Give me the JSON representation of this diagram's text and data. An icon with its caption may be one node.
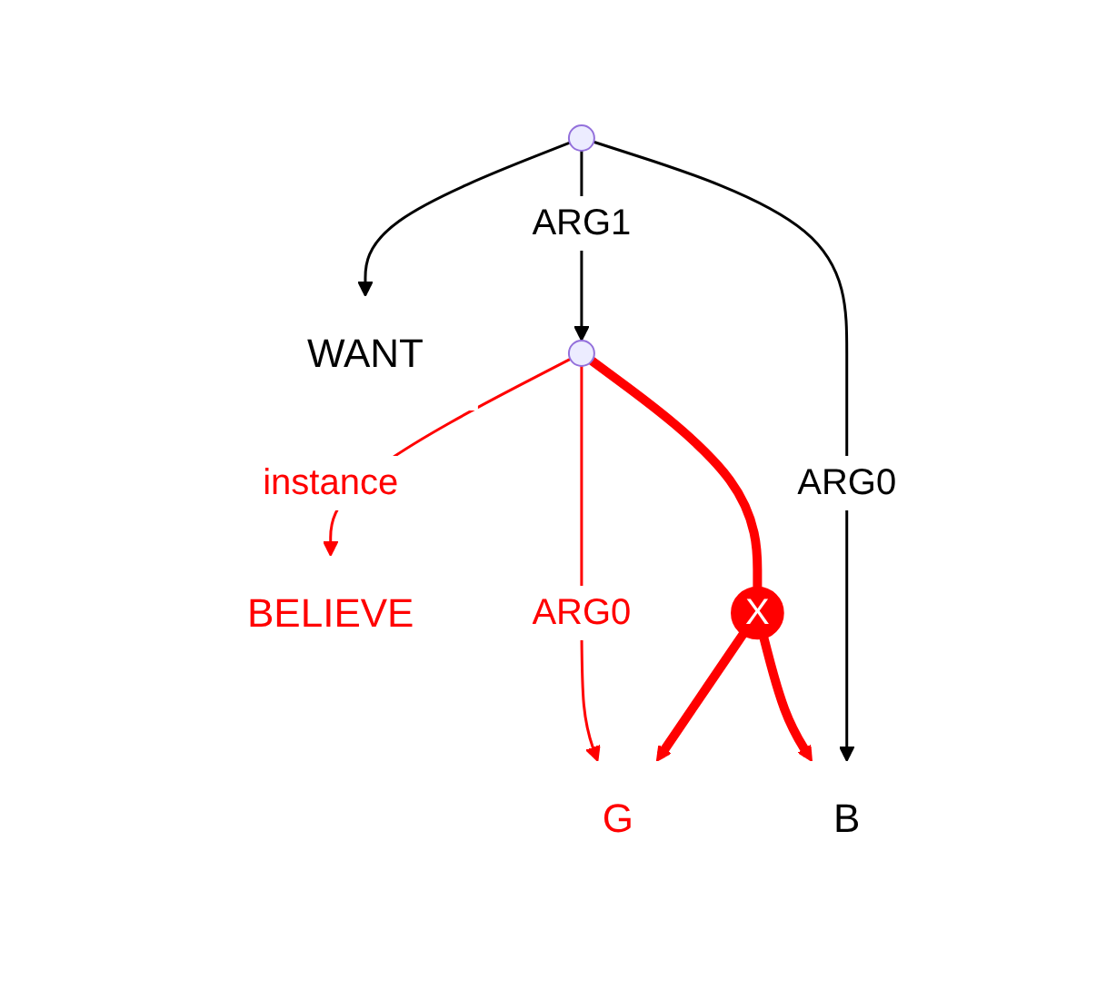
{
  "diagram": {
    "nodes": [
      {
        "text": [],
        "shape": "point"
      },
      {
        "text": [
          "WANT"
        ]
      },
      {
        "text": [
          "B"
        ]
      },
      {
        "text": [],
        "shape": "point"
      },
      {
        "text": [
          "BELIEVE"
        ]
      },
      {
        "text": [
          "G"
        ]
      },
      {
        "text": [
          "X"
        ]
      }
    ],
    "edges": [
      {
        "from": 0,
        "to": 1,
        "arrow": "to",
        "color": "#000000"
      },
      {
        "from": 0,
        "to": 3,
        "arrow": "to",
        "label": "ARG1",
        "color": "#000000"
      },
      {
        "from": 0,
        "to": 2,
        "arrow": "to",
        "label": "ARG0",
        "color": "#000000"
      },
      {
        "from": 3,
        "to": 4,
        "arrow": "to",
        "label": "instance",
        "color": "#ff0000"
      },
      {
        "from": 3,
        "to": 5,
        "arrow": "to",
        "label": "ARG0",
        "color": "#ff0000"
      },
      {
        "from": 3,
        "to": 6,
        "arrow": "none",
        "style": "thick",
        "color": "#ff0000"
      },
      {
        "from": 6,
        "to": 5,
        "arrow": "to",
        "style": "thick",
        "color": "#ff0000"
      },
      {
        "from": 6,
        "to": 2,
        "arrow": "to",
        "style": "thick",
        "color": "#ff0000"
      }
    ]
  }
}
